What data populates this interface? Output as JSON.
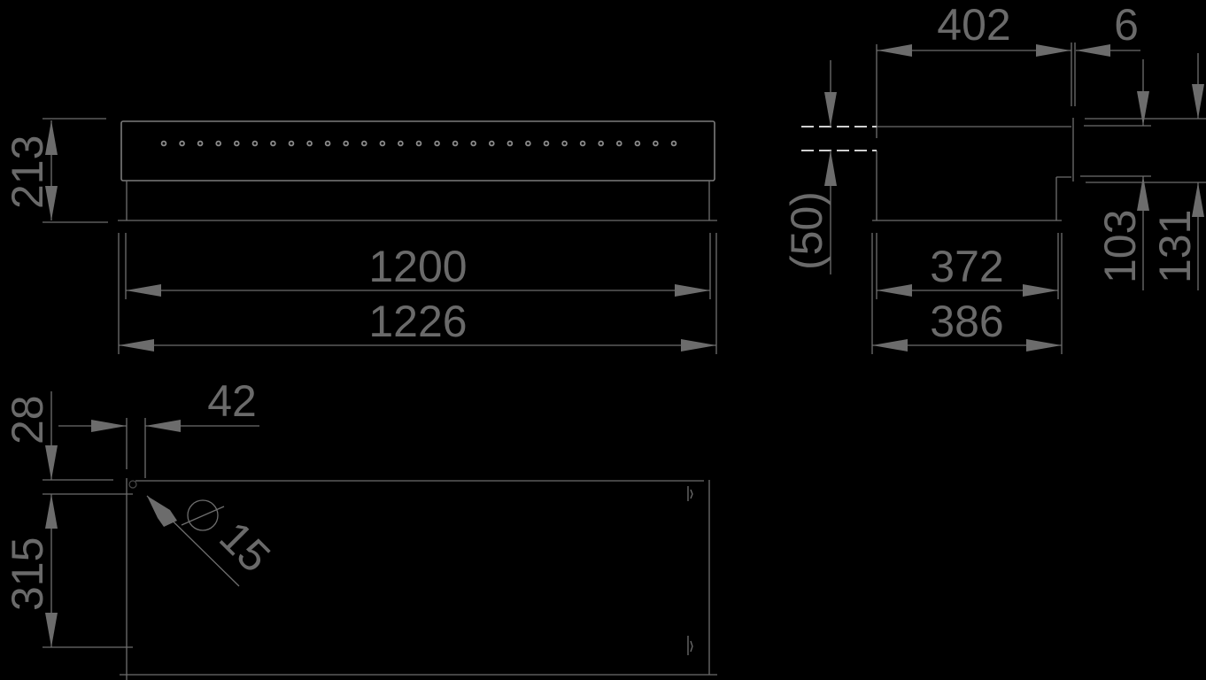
{
  "drawing": {
    "background": "#000000",
    "line_color": "#7a7a7a",
    "text_color": "#6a6a6a",
    "front_view": {
      "height_dim": "213",
      "inner_length_dim": "1200",
      "outer_length_dim": "1226",
      "hole_count": 29
    },
    "side_view": {
      "top_width_dim": "402",
      "offset_dim": "6",
      "opening_dim": "(50)",
      "base_inner_dim": "372",
      "base_outer_dim": "386",
      "step_dim_1": "103",
      "step_dim_2": "131"
    },
    "top_view": {
      "edge_offset_dim": "28",
      "hole_offset_dim": "42",
      "depth_dim": "315",
      "hole_diameter_dim": "Ø15",
      "hole_diameter_value": "15"
    }
  }
}
